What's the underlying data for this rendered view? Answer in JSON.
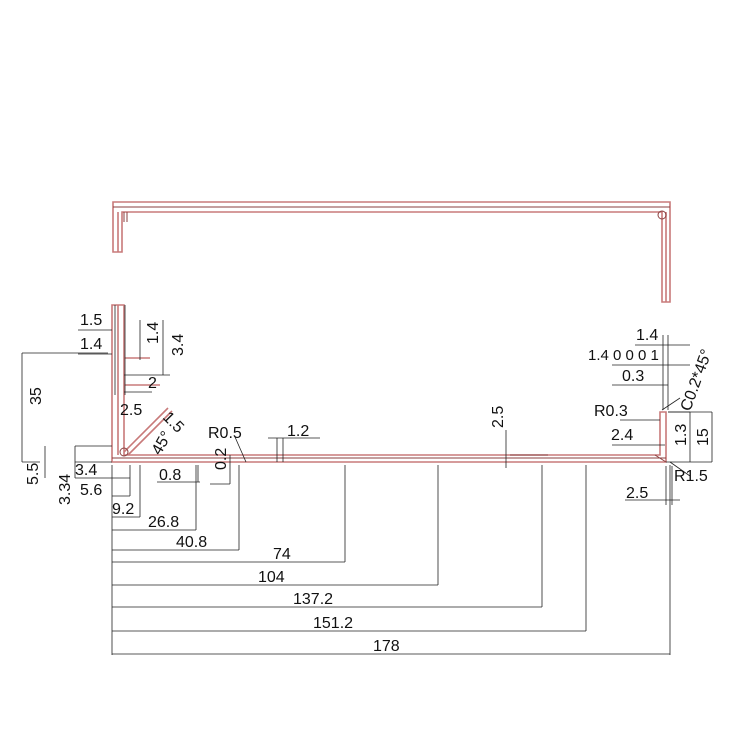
{
  "colors": {
    "profile": "#c87a7a",
    "profile_dark": "#8a3f3f",
    "dimension": "#222222",
    "text": "#111111"
  },
  "drawing": {
    "labels": {
      "top_1_5": "1.5",
      "top_1_4": "1.4",
      "top_1_4b": "1.4",
      "top_3_4": "3.4",
      "d35": "35",
      "d2": "2",
      "d2_5": "2.5",
      "d1_5": "1.5",
      "d45": "45°",
      "r0_5": "R0.5",
      "d1_2": "1.2",
      "d0_2": "0.2",
      "d0_8": "0.8",
      "d5_5": "5.5",
      "d3_34": "3.34",
      "d3_4": "3.4",
      "d5_6": "5.6",
      "d9_2": "9.2",
      "d26_8": "26.8",
      "d40_8": "40.8",
      "d74": "74",
      "d104": "104",
      "d137_2": "137.2",
      "d151_2": "151.2",
      "d178": "178",
      "mid2_5": "2.5",
      "r_1_4": "1.4",
      "r_1_4_0001": "1.4 0 0 0 1",
      "r_0_3": "0.3",
      "r_c02": "C0.2*45°",
      "r_R0_3": "R0.3",
      "r_2_4": "2.4",
      "r_1_3": "1.3",
      "r_15": "15",
      "r_R1_5": "R1.5",
      "r_2_5": "2.5"
    }
  }
}
